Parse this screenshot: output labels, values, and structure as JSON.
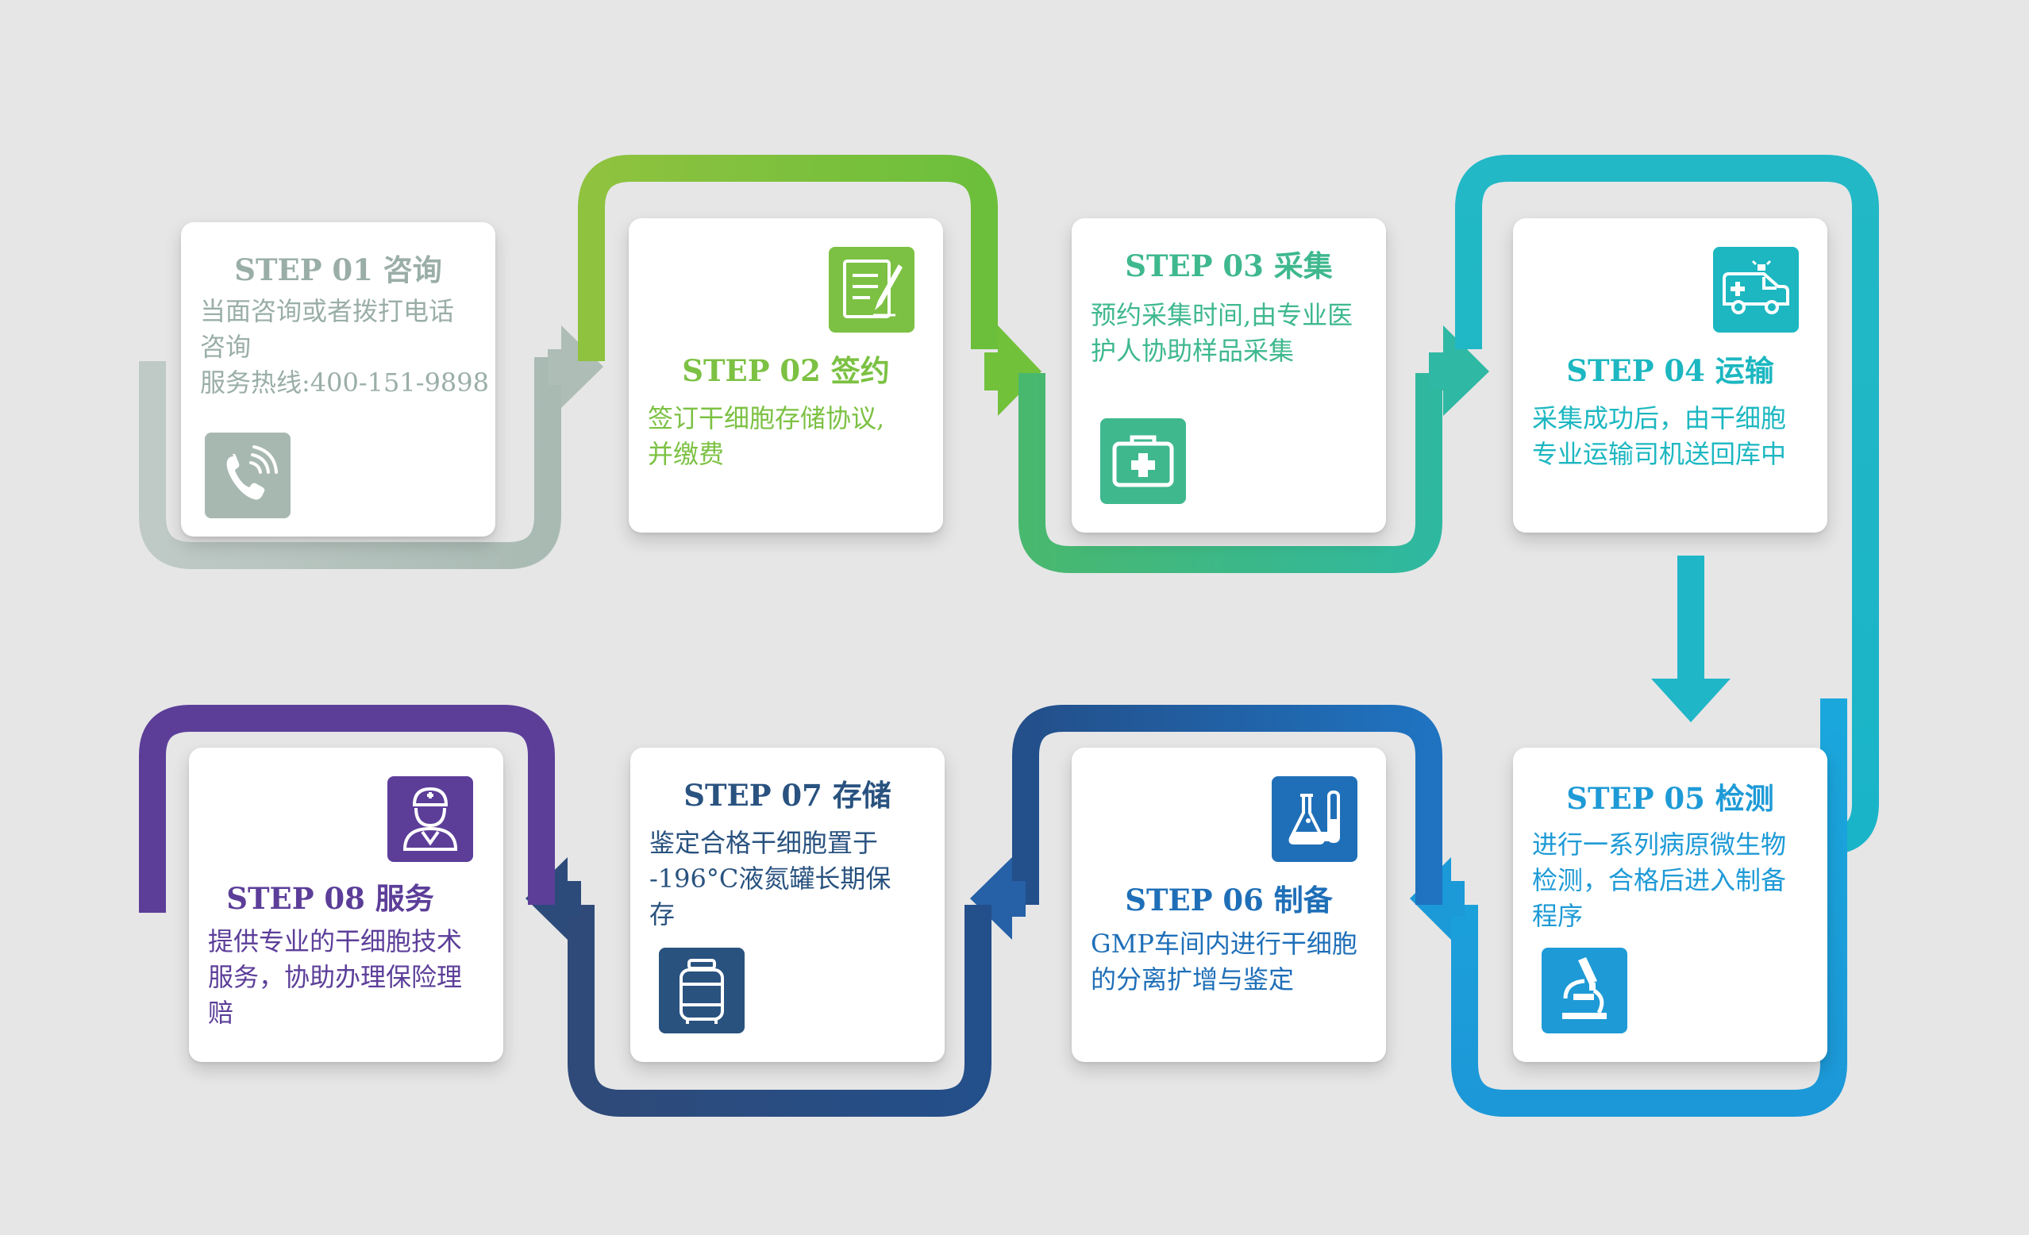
{
  "steps": [
    {
      "title": "STEP 01  咨询",
      "lines": [
        "当面咨询或者拨打电话",
        "咨询",
        "服务热线:400-151-9898"
      ],
      "color": "#a6b8b1",
      "icon": "phone-icon"
    },
    {
      "title": "STEP 02  签约",
      "lines": [
        "签订干细胞存储协议,",
        "并缴费"
      ],
      "color": "#7cc143",
      "icon": "contract-pen-icon"
    },
    {
      "title": "STEP 03  采集",
      "lines": [
        "预约采集时间,由专业医",
        "护人协助样品采集"
      ],
      "color": "#3fb88e",
      "icon": "first-aid-kit-icon"
    },
    {
      "title": "STEP 04  运输",
      "lines": [
        "采集成功后，由干细胞",
        "专业运输司机送回库中"
      ],
      "color": "#1cb7c1",
      "icon": "ambulance-icon"
    },
    {
      "title": "STEP 05  检测",
      "lines": [
        "进行一系列病原微生物",
        "检测，合格后进入制备",
        "程序"
      ],
      "color": "#1e9ad6",
      "icon": "microscope-icon"
    },
    {
      "title": "STEP 06  制备",
      "lines": [
        "GMP车间内进行干细胞",
        "的分离扩增与鉴定"
      ],
      "color": "#1f6fb8",
      "icon": "lab-flask-icon"
    },
    {
      "title": "STEP 07  存储",
      "lines": [
        "鉴定合格干细胞置于",
        "-196°C液氮罐长期保",
        "存"
      ],
      "color": "#29527f",
      "icon": "nitrogen-tank-icon"
    },
    {
      "title": "STEP 08  服务",
      "lines": [
        "提供专业的干细胞技术",
        "服务，协助办理保险理",
        "赔"
      ],
      "color": "#5c3e99",
      "icon": "doctor-icon"
    }
  ]
}
